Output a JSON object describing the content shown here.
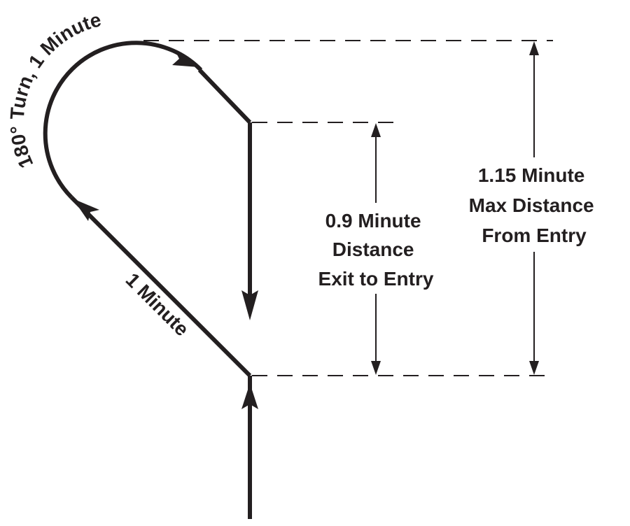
{
  "diagram": {
    "turn_label": "180° Turn, 1 Minute",
    "leg_label": "1 Minute",
    "exit_to_entry": [
      "0.9 Minute",
      "Distance",
      "Exit to Entry"
    ],
    "max_distance": [
      "1.15 Minute",
      "Max Distance",
      "From Entry"
    ],
    "colors": {
      "ink": "#231f20",
      "background": "#ffffff"
    }
  }
}
